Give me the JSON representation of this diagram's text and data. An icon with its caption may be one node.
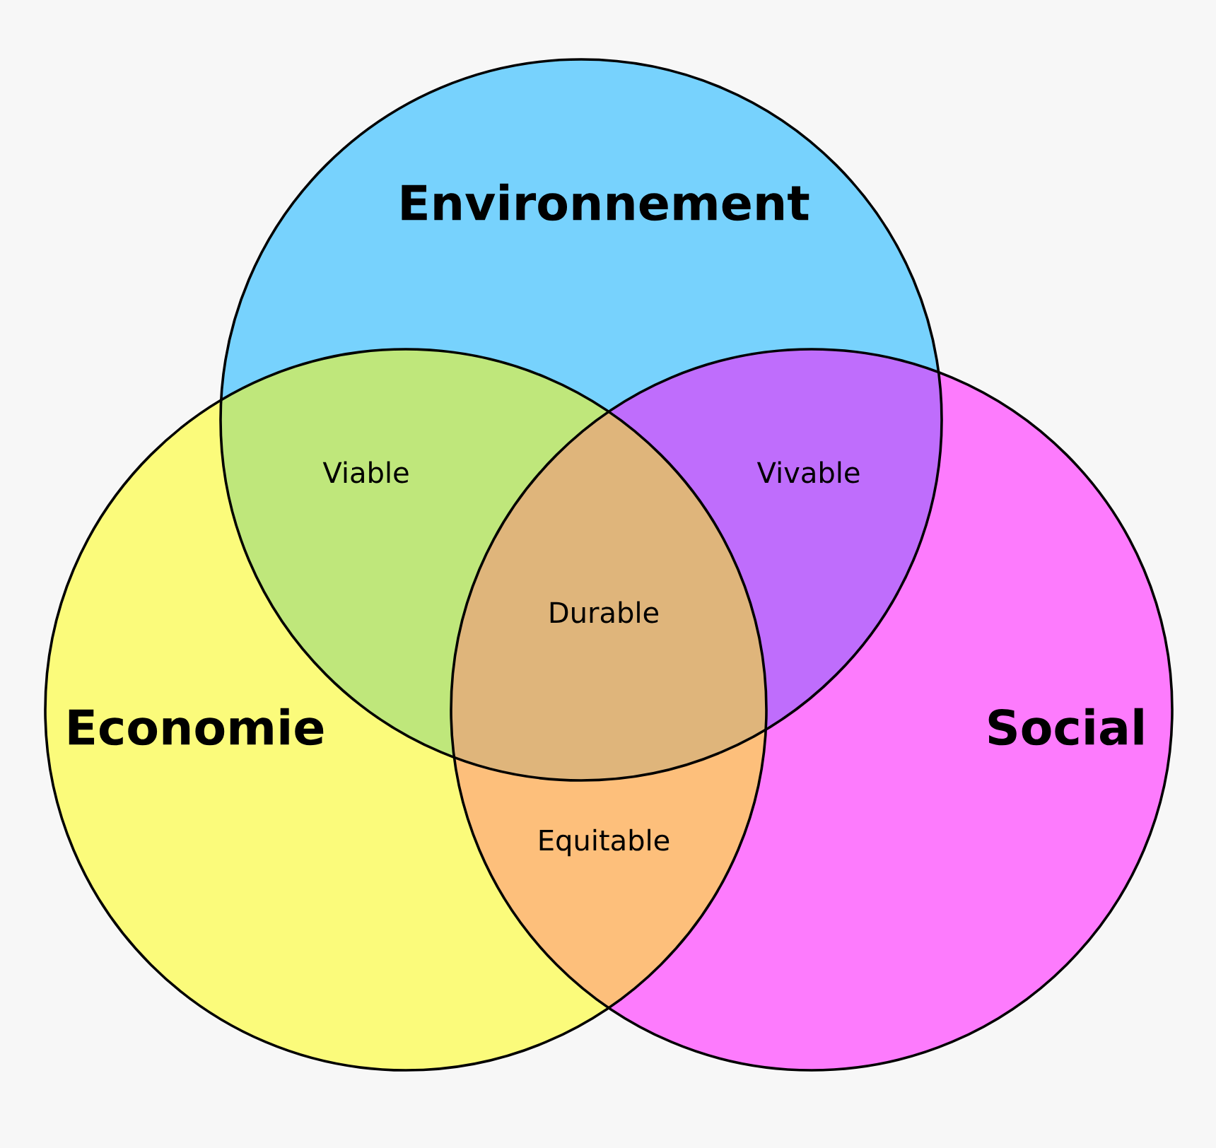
{
  "diagram": {
    "nodes": [
      {
        "text": [
          "Environnement"
        ]
      },
      {
        "text": [
          "Economie"
        ]
      },
      {
        "text": [
          "Social"
        ]
      }
    ],
    "labels": [
      "Viable",
      "Vivable",
      "Durable",
      "Equitable"
    ]
  }
}
